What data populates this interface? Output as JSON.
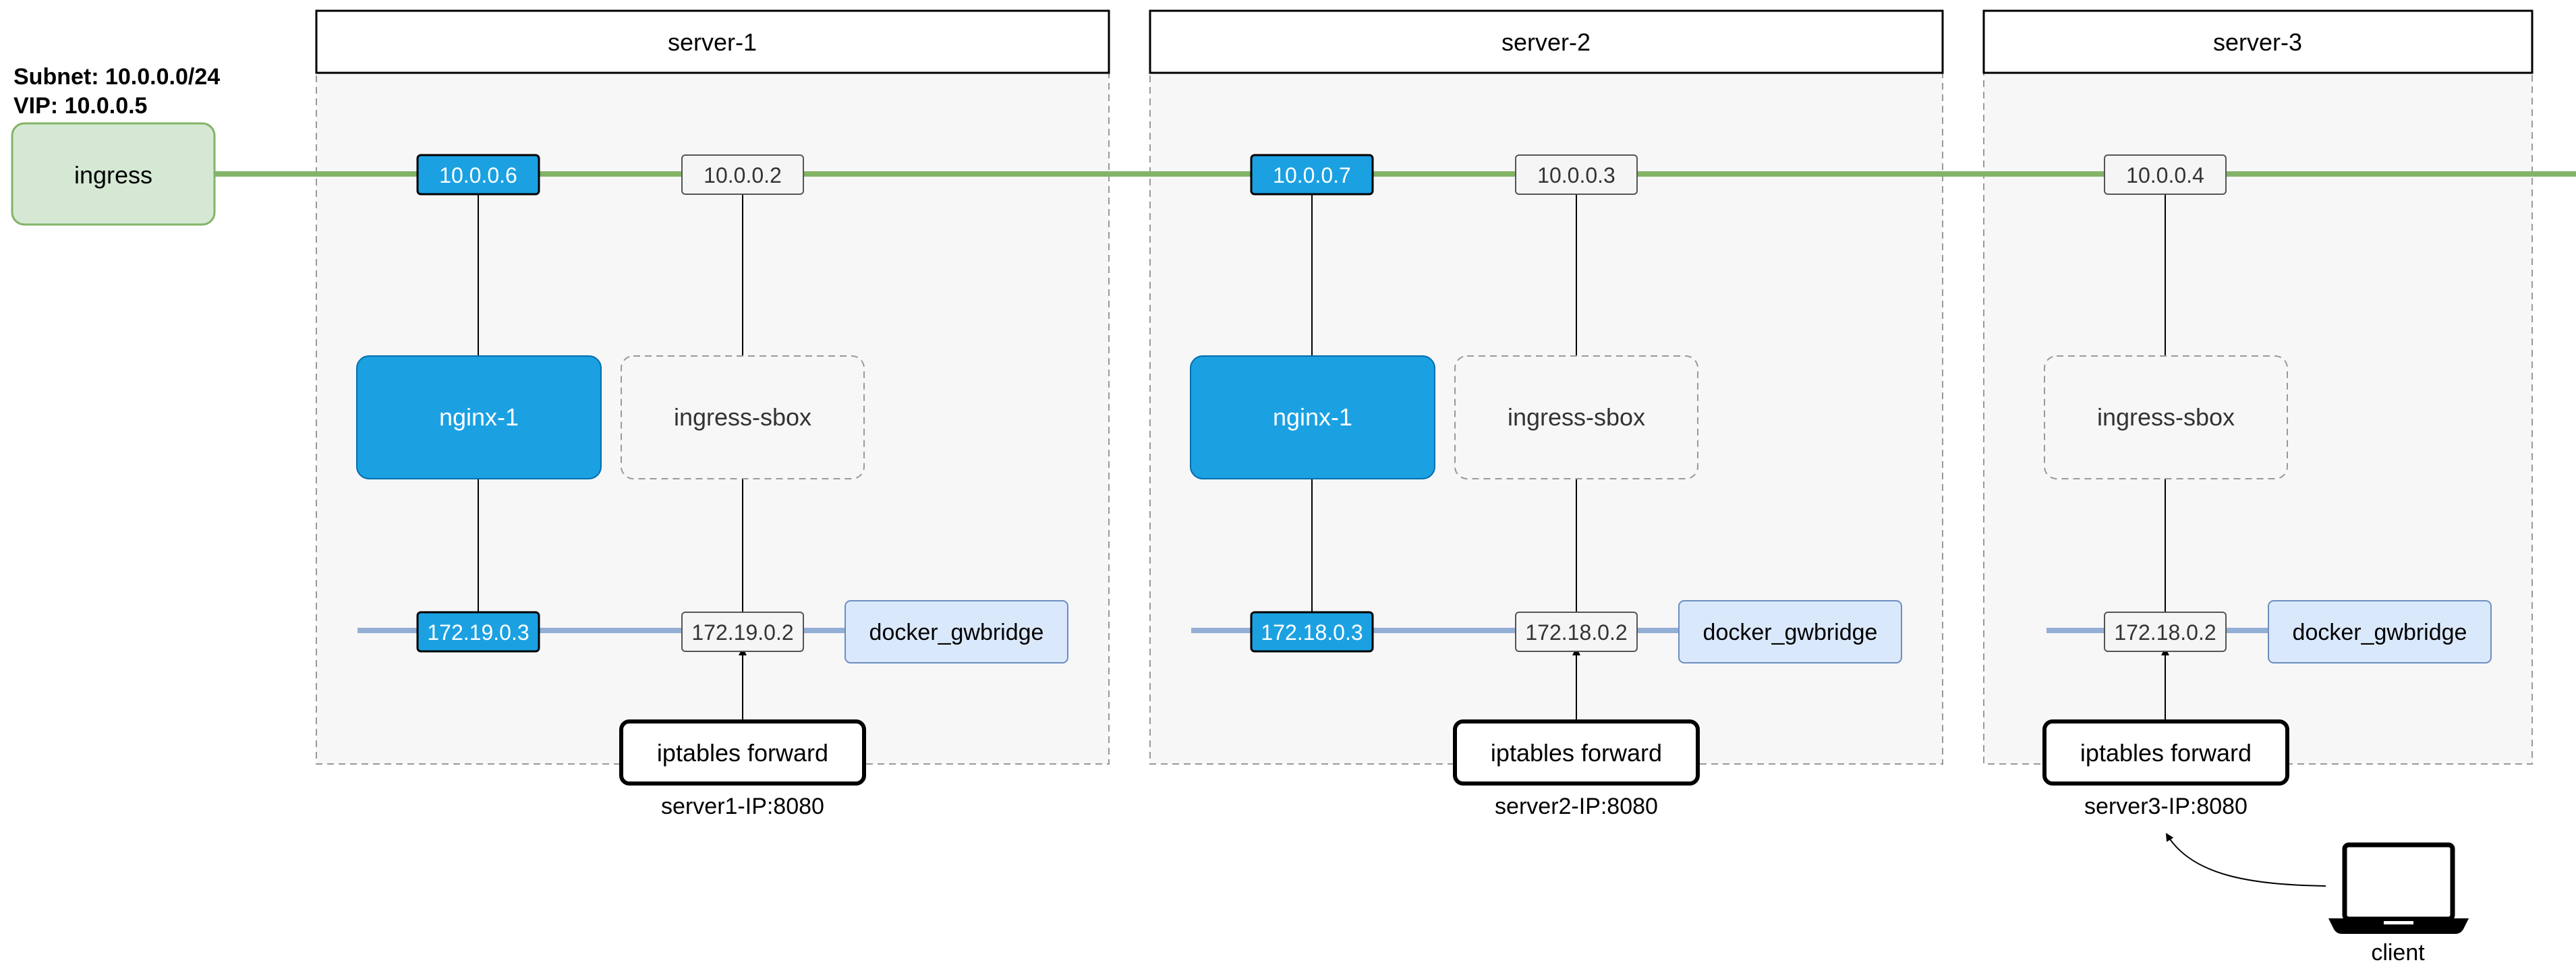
{
  "network": {
    "subnet_label": "Subnet: 10.0.0.0/24",
    "vip_label": "VIP: 10.0.0.5",
    "ingress_label": "ingress"
  },
  "servers": [
    {
      "name": "server-1",
      "overlay_ips": [
        "10.0.0.6",
        "10.0.0.2"
      ],
      "service": "nginx-1",
      "sandbox": "ingress-sbox",
      "bridge_ips": [
        "172.19.0.3",
        "172.19.0.2"
      ],
      "bridge_name": "docker_gwbridge",
      "forward": "iptables forward",
      "endpoint": "server1-IP:8080"
    },
    {
      "name": "server-2",
      "overlay_ips": [
        "10.0.0.7",
        "10.0.0.3"
      ],
      "service": "nginx-1",
      "sandbox": "ingress-sbox",
      "bridge_ips": [
        "172.18.0.3",
        "172.18.0.2"
      ],
      "bridge_name": "docker_gwbridge",
      "forward": "iptables forward",
      "endpoint": "server2-IP:8080"
    },
    {
      "name": "server-3",
      "overlay_ips": [
        "10.0.0.4"
      ],
      "sandbox": "ingress-sbox",
      "bridge_ips": [
        "172.18.0.2"
      ],
      "bridge_name": "docker_gwbridge",
      "forward": "iptables forward",
      "endpoint": "server3-IP:8080"
    }
  ],
  "client": {
    "label": "client",
    "icon": "laptop-icon"
  },
  "colors": {
    "overlay_line": "#82b366",
    "bridge_line": "#94afd5",
    "ingress_fill": "#d5e8d4",
    "ingress_stroke": "#82b366",
    "service_fill": "#1ba1e2",
    "service_stroke": "#006eaf",
    "bridge_box_fill": "#dae8fc",
    "bridge_box_stroke": "#6c8ebf",
    "server_area_fill": "#f7f7f7",
    "dashed_stroke": "#999999"
  }
}
